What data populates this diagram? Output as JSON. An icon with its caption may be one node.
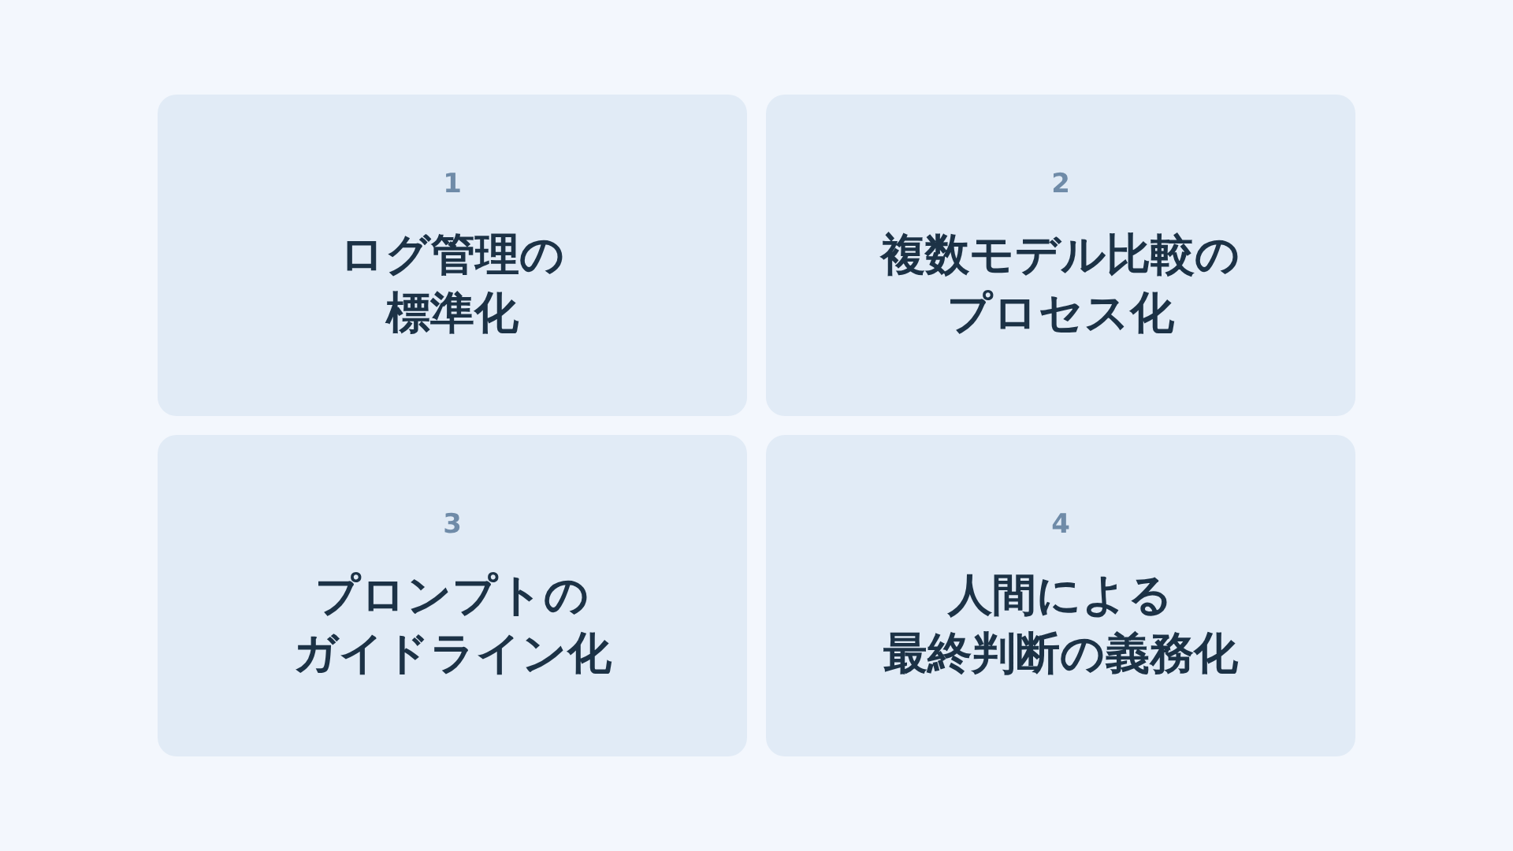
{
  "diagram": {
    "nodes": [
      {
        "text": [
          "1",
          "ログ管理の標準化"
        ]
      },
      {
        "text": [
          "2",
          "複数モデル比較のプロセス化"
        ]
      },
      {
        "text": [
          "3",
          "プロンプトのガイドライン化"
        ]
      },
      {
        "text": [
          "4",
          "人間による最終判断の義務化"
        ]
      }
    ]
  }
}
